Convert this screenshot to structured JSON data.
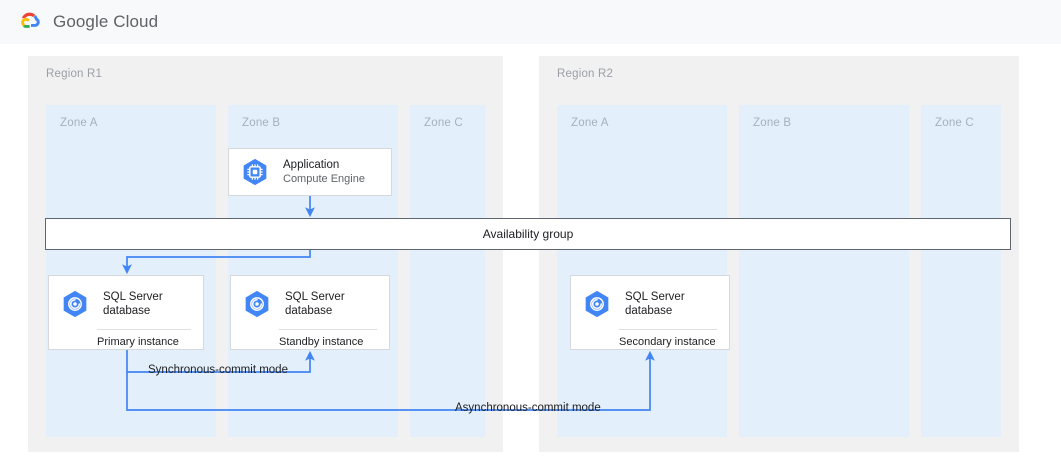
{
  "header": {
    "logo_icon": "google-cloud-logo-icon",
    "wordmark_google": "Google",
    "wordmark_cloud": "Cloud",
    "background": "#f8f9fa"
  },
  "colors": {
    "region_bg": "#f1f1f1",
    "zone_bg": "#e3f0fb",
    "connector": "#4285f4",
    "card_border": "#d5d8dc",
    "ag_border": "#5f6672",
    "icon_blue": "#4285f4",
    "icon_blue_dark": "#3367d6",
    "text_primary": "#202124",
    "text_secondary": "#5f6368",
    "label_muted": "#9aa0a6"
  },
  "regions": [
    {
      "name": "region-r1",
      "label": "Region R1",
      "zones": [
        {
          "name": "zone-a",
          "label": "Zone A"
        },
        {
          "name": "zone-b",
          "label": "Zone B"
        },
        {
          "name": "zone-c",
          "label": "Zone C"
        }
      ]
    },
    {
      "name": "region-r2",
      "label": "Region R2",
      "zones": [
        {
          "name": "zone-a",
          "label": "Zone A"
        },
        {
          "name": "zone-b",
          "label": "Zone B"
        },
        {
          "name": "zone-c",
          "label": "Zone C"
        }
      ]
    }
  ],
  "nodes": {
    "application": {
      "icon": "compute-engine-icon",
      "title": "Application",
      "subtitle": "Compute Engine"
    },
    "availability_group": {
      "label": "Availability group"
    },
    "primary_db": {
      "icon": "sql-server-database-icon",
      "title": "SQL Server\ndatabase",
      "caption": "Primary instance"
    },
    "standby_db": {
      "icon": "sql-server-database-icon",
      "title": "SQL Server\ndatabase",
      "caption": "Standby instance"
    },
    "secondary_db": {
      "icon": "sql-server-database-icon",
      "title": "SQL Server\ndatabase",
      "caption": "Secondary instance"
    }
  },
  "connectors": [
    {
      "name": "app-to-availability-group",
      "label": "",
      "from": "application",
      "to": "availability_group"
    },
    {
      "name": "availability-group-to-primary",
      "label": "",
      "from": "availability_group",
      "to": "primary_db"
    },
    {
      "name": "synchronous-commit-connector",
      "label": "Synchronous-commit mode",
      "from": "primary_db",
      "to": "standby_db"
    },
    {
      "name": "asynchronous-commit-connector",
      "label": "Asynchronous-commit mode",
      "from": "primary_db",
      "to": "secondary_db"
    }
  ]
}
